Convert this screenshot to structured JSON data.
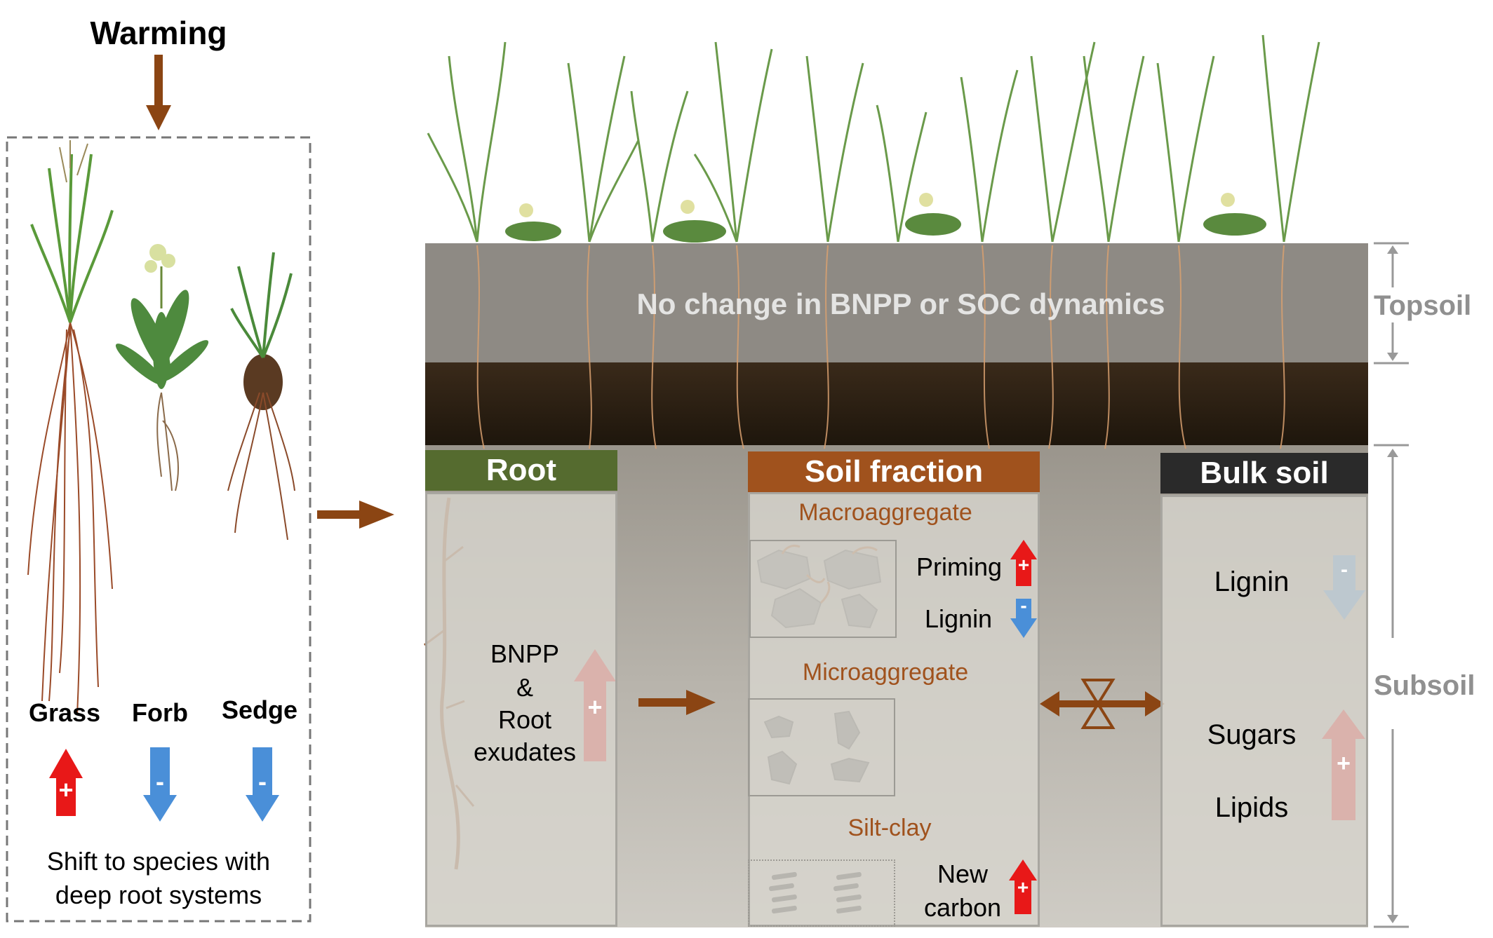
{
  "left_panel": {
    "title": "Warming",
    "species": [
      "Grass",
      "Forb",
      "Sedge"
    ],
    "caption_line1": "Shift to species with",
    "caption_line2": "deep root systems",
    "signs": [
      "+",
      "-",
      "-"
    ]
  },
  "soil_profile": {
    "topsoil_message": "No change in BNPP or SOC dynamics",
    "topsoil_label": "Topsoil",
    "subsoil_label": "Subsoil"
  },
  "root_box": {
    "header": "Root",
    "line1": "BNPP",
    "line2": "&",
    "line3": "Root",
    "line4": "exudates",
    "sign": "+"
  },
  "soil_fraction_box": {
    "header": "Soil fraction",
    "macro_label": "Macroaggregate",
    "priming_label": "Priming",
    "priming_sign": "+",
    "lignin_label": "Lignin",
    "lignin_sign": "-",
    "micro_label": "Microaggregate",
    "siltclay_label": "Silt-clay",
    "newcarbon_line1": "New",
    "newcarbon_line2": "carbon",
    "newcarbon_sign": "+"
  },
  "bulk_soil_box": {
    "header": "Bulk soil",
    "lignin_label": "Lignin",
    "lignin_sign": "-",
    "sugars_label": "Sugars",
    "lipids_label": "Lipids",
    "sugars_lipids_sign": "+"
  },
  "colors": {
    "up_arrow": "#e81818",
    "down_arrow": "#4a8fd8",
    "flow_arrow": "#8b4513",
    "root_header": "#556b2f",
    "soil_fraction_header": "#a0521d",
    "bulk_soil_header": "#2a2a2a"
  }
}
